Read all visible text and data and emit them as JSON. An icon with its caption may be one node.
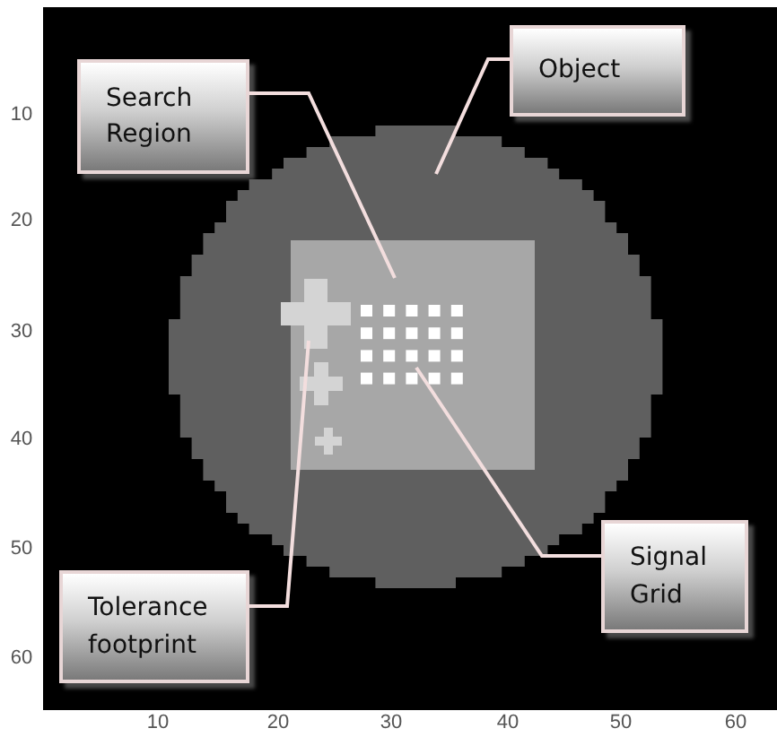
{
  "diagram": {
    "nodes": [
      {
        "text": [
          "Search Region"
        ]
      },
      {
        "text": [
          "Object"
        ]
      },
      {
        "text": [
          "Signal Grid"
        ]
      },
      {
        "text": [
          "Tolerance footprint"
        ]
      },
      {
        "text": [],
        "shape": "circle"
      },
      {
        "text": [],
        "shape": "box",
        "in": 4
      },
      {
        "text": [],
        "shape": "picture",
        "in": 5
      },
      {
        "text": [],
        "shape": "picture",
        "in": 5
      }
    ],
    "edges": [
      {
        "from": 0,
        "to": 5,
        "arrow": "none"
      },
      {
        "from": 1,
        "to": 4,
        "arrow": "none"
      },
      {
        "from": 2,
        "to": 7,
        "arrow": "none"
      },
      {
        "from": 3,
        "to": 6,
        "arrow": "none"
      }
    ],
    "labels": [
      "10",
      "20",
      "30",
      "40",
      "50",
      "60",
      "10",
      "20",
      "30",
      "40",
      "50",
      "60"
    ]
  }
}
